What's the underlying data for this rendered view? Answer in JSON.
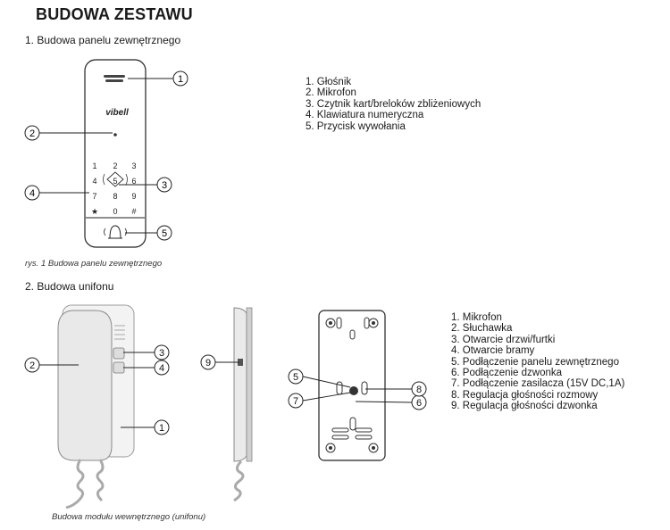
{
  "title": "BUDOWA ZESTAWU",
  "section1": {
    "heading": "1. Budowa panelu zewnętrznego",
    "caption": "rys. 1 Budowa panelu zewnętrznego",
    "brand": "vibell",
    "keypad": [
      "1",
      "2",
      "3",
      "4",
      "5",
      "6",
      "7",
      "8",
      "9",
      "★",
      "0",
      "#"
    ],
    "callouts": [
      "1",
      "2",
      "3",
      "4",
      "5"
    ],
    "legend": [
      "1. Głośnik",
      "2. Mikrofon",
      "3. Czytnik kart/breloków zbliżeniowych",
      "4. Klawiatura numeryczna",
      "5. Przycisk wywołania"
    ]
  },
  "section2": {
    "heading": "2. Budowa unifonu",
    "caption": "Budowa modułu wewnętrznego (unifonu)",
    "callouts": [
      "1",
      "2",
      "3",
      "4",
      "5",
      "6",
      "7",
      "8",
      "9"
    ],
    "legend": [
      "1. Mikrofon",
      "2. Słuchawka",
      "3. Otwarcie drzwi/furtki",
      "4. Otwarcie bramy",
      "5. Podłączenie panelu zewnętrznego",
      "6. Podłączenie dzwonka",
      "7. Podłączenie zasilacza (15V DC,1A)",
      "8. Regulacja głośności rozmowy",
      "9. Regulacja głośności dzwonka"
    ]
  }
}
